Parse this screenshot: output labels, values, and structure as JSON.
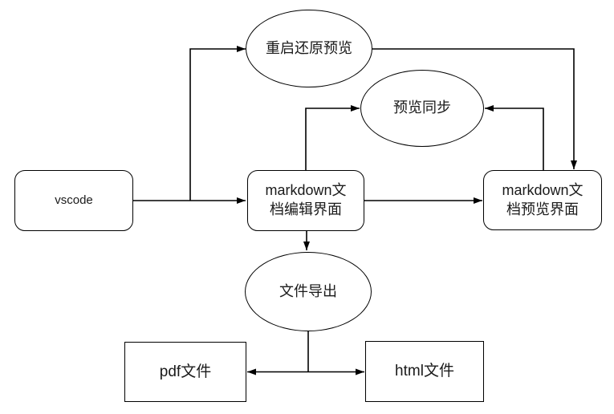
{
  "diagram": {
    "colors": {
      "background": "#ffffff",
      "stroke": "#000000",
      "node_fill": "#ffffff",
      "text": "#1a1a1a"
    },
    "nodes": [
      {
        "id": "vscode",
        "shape": "rounded-rect",
        "label": "vscode"
      },
      {
        "id": "restart-preview",
        "shape": "ellipse",
        "label": "重启还原预览"
      },
      {
        "id": "preview-sync",
        "shape": "ellipse",
        "label": "预览同步"
      },
      {
        "id": "markdown-editor",
        "shape": "rounded-rect",
        "label": "markdown文档编辑界面",
        "label_line1": "markdown文",
        "label_line2": "档编辑界面"
      },
      {
        "id": "markdown-preview",
        "shape": "rounded-rect",
        "label": "markdown文档预览界面",
        "label_line1": "markdown文",
        "label_line2": "档预览界面"
      },
      {
        "id": "file-export",
        "shape": "ellipse",
        "label": "文件导出"
      },
      {
        "id": "pdf-file",
        "shape": "rect",
        "label": "pdf文件"
      },
      {
        "id": "html-file",
        "shape": "rect",
        "label": "html文件"
      }
    ],
    "edges": [
      {
        "from": "vscode",
        "to": "markdown-editor"
      },
      {
        "from": "vscode",
        "to": "restart-preview"
      },
      {
        "from": "restart-preview",
        "to": "markdown-preview"
      },
      {
        "from": "markdown-editor",
        "to": "preview-sync"
      },
      {
        "from": "markdown-preview",
        "to": "preview-sync"
      },
      {
        "from": "markdown-editor",
        "to": "markdown-preview"
      },
      {
        "from": "markdown-editor",
        "to": "file-export"
      },
      {
        "from": "file-export",
        "to": "pdf-file"
      },
      {
        "from": "file-export",
        "to": "html-file"
      }
    ]
  }
}
